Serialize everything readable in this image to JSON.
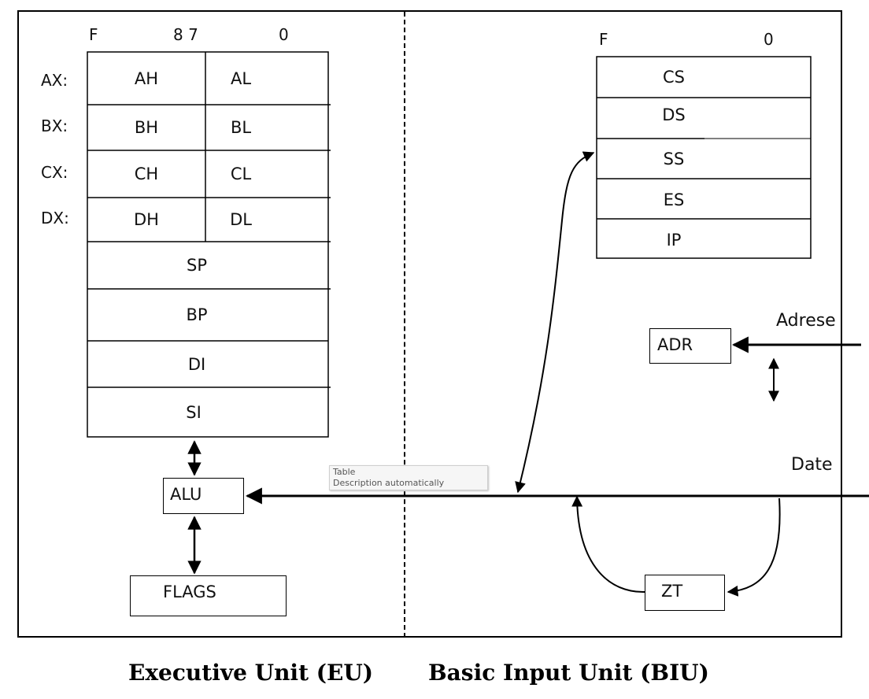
{
  "eu": {
    "bit_labels": {
      "high": "F",
      "mid": "8 7",
      "low": "0"
    },
    "row_labels": [
      "AX:",
      "BX:",
      "CX:",
      "DX:"
    ],
    "byte_regs": [
      {
        "high": "AH",
        "low": "AL"
      },
      {
        "high": "BH",
        "low": "BL"
      },
      {
        "high": "CH",
        "low": "CL"
      },
      {
        "high": "DH",
        "low": "DL"
      }
    ],
    "word_regs": [
      "SP",
      "BP",
      "DI",
      "SI"
    ],
    "alu": "ALU",
    "flags": "FLAGS",
    "caption": "Executive Unit (EU)"
  },
  "biu": {
    "bit_labels": {
      "high": "F",
      "low": "0"
    },
    "segment_regs": [
      "CS",
      "DS",
      "SS",
      "ES",
      "IP"
    ],
    "adr": "ADR",
    "zt": "ZT",
    "address_label": "Adrese",
    "data_label": "Date",
    "caption": "Basic Input Unit (BIU)"
  },
  "tooltip": {
    "title": "Table",
    "description": "Description automatically generated"
  }
}
